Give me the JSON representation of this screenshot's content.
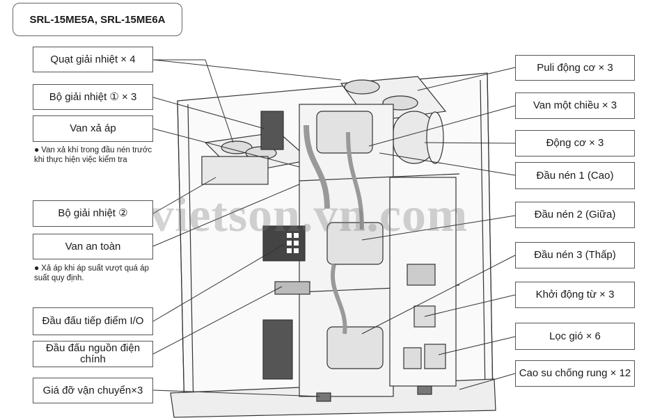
{
  "title": "SRL-15ME5A, SRL-15ME6A",
  "watermark": "vietson.vn.com",
  "labels_left": {
    "fan": "Quạt giải nhiệt × 4",
    "cooler1": "Bộ giải nhiệt ① × 3",
    "relief_valve": "Van xả áp",
    "relief_note": "Van xả khí trong đầu nén trước khi thực hiện việc kiểm tra",
    "cooler2": "Bộ giải nhiệt ②",
    "safety_valve": "Van an toàn",
    "safety_note": "Xả áp khi áp suất vượt quá áp suất quy định.",
    "io_terminal": "Đầu đấu tiếp điểm I/O",
    "power_terminal": "Đầu đấu nguồn điện chính",
    "transport_bracket": "Giá đỡ vận chuyển×3"
  },
  "labels_right": {
    "pulley": "Puli động cơ × 3",
    "check_valve": "Van một chiều × 3",
    "motor": "Động cơ × 3",
    "head1": "Đầu nén 1 (Cao)",
    "head2": "Đầu nén 2 (Giữa)",
    "head3": "Đầu nén 3 (Thấp)",
    "starter": "Khởi động từ × 3",
    "filter": "Lọc gió × 6",
    "rubber": "Cao su chống rung × 12"
  },
  "bullet_symbol": "●"
}
